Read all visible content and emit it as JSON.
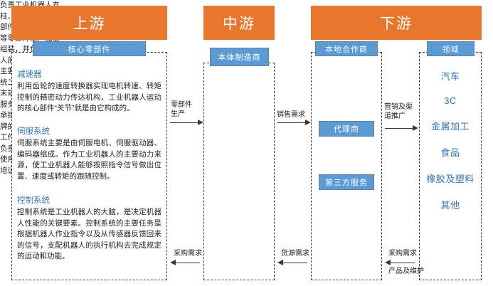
{
  "headers": [
    {
      "id": "upstream",
      "label": "上游"
    },
    {
      "id": "midstream",
      "label": "中游"
    },
    {
      "id": "downstream",
      "label": "下游"
    }
  ],
  "chips": {
    "core_parts": "核心零部件",
    "body_maker": "本体制造商",
    "local_partner": "本地合作商",
    "agent": "代理商",
    "third_party": "第三方服务",
    "domain": "领域"
  },
  "upstream": {
    "blocks": [
      {
        "title": "减速器",
        "body": "利用齿轮的速度转换器实现电机转速、转矩控制的精密动力传达机构，工业机器人运动的核心部件“关节”就是由它构成的。"
      },
      {
        "title": "伺服系统",
        "body": "伺服系统主要是由伺服电机、伺服驱动器、编码器组成。作为工业机器人的主要动力来源，使工业机器人能够按照指令信号做出位置、速度或转矩的跟随控制。"
      },
      {
        "title": "控制系统",
        "body": "控制系统是工业机器人的大脑，是决定机器人性能的关键要素。控制系统的主要任务是根据机器人作业指令以及从传感器反馈回来的信号，支配机器人的执行机构去完成规定的运动和功能。"
      }
    ]
  },
  "midstream": {
    "body_maker_desc": "负责工业机器人支柱、手臂、底座等部件与精密减速器等零部件生产加工组装，并负责机器人的直销。"
  },
  "downstream": {
    "local_partner_desc": "主要承担厂商的系统二次开发、定制末端执行器、售后服务等。",
    "agent_desc": "承担工业机器人品牌的代理、分销等工作。",
    "third_party_desc": "负责工业机器人的使用、维护、教育培训等工作。",
    "domains": [
      "汽车",
      "3C",
      "金属加工",
      "食品",
      "橡胶及塑料",
      "其他"
    ]
  },
  "arrows": [
    {
      "id": "parts-production",
      "label": "零部件\n生产",
      "direction": "right"
    },
    {
      "id": "sales-demand",
      "label": "销售需求",
      "direction": "right"
    },
    {
      "id": "marketing-channel",
      "label": "营销及渠\n道推广",
      "direction": "right"
    },
    {
      "id": "purchase-demand-up",
      "label": "采购需求",
      "direction": "left"
    },
    {
      "id": "source-demand",
      "label": "货源需求",
      "direction": "left"
    },
    {
      "id": "purchase-demand-dn",
      "label": "采购需求",
      "direction": "left"
    },
    {
      "id": "product-maintenance",
      "label": "产品及维护",
      "direction": "left"
    }
  ],
  "colors": {
    "header_orange": "#E8762C",
    "chip_blue": "#5B9BD5",
    "title_blue": "#2E75B6",
    "domain_blue": "#2E75B6",
    "border": "#3A3A3A"
  }
}
